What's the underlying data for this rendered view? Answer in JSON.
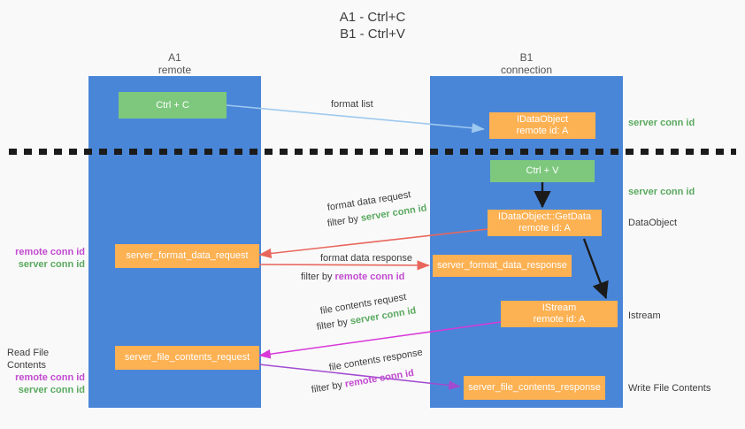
{
  "title": {
    "line1": "A1 - Ctrl+C",
    "line2": "B1 - Ctrl+V"
  },
  "lanes": {
    "left": {
      "name": "A1",
      "sub": "remote"
    },
    "right": {
      "name": "B1",
      "sub": "connection"
    }
  },
  "boxes": {
    "ctrl_c": {
      "label": "Ctrl + C"
    },
    "ctrl_v": {
      "label": "Ctrl + V"
    },
    "dataobject_create": {
      "line1": "IDataObject",
      "line2": "remote id: A"
    },
    "getdata": {
      "line1": "IDataObject::GetData",
      "line2": "remote id: A"
    },
    "istream": {
      "line1": "IStream",
      "line2": "remote id: A"
    },
    "fmt_req": {
      "label": "server_format_data_request"
    },
    "fmt_resp": {
      "label": "server_format_data_response"
    },
    "file_req": {
      "label": "server_file_contents_request"
    },
    "file_resp": {
      "label": "server_file_contents_response"
    }
  },
  "right_annotations": [
    {
      "text": "server conn id",
      "color": "green"
    },
    {
      "text": "server conn id",
      "color": "green"
    },
    {
      "text": "DataObject",
      "color": "dark"
    },
    {
      "text": "Istream",
      "color": "dark"
    },
    {
      "text": "Write File Contents",
      "color": "dark"
    }
  ],
  "left_annotations": {
    "group1": [
      {
        "text": "remote conn id",
        "color": "magenta"
      },
      {
        "text": "server conn id",
        "color": "green"
      }
    ],
    "group2_title": "Read File Contents",
    "group2": [
      {
        "text": "remote conn id",
        "color": "magenta"
      },
      {
        "text": "server conn id",
        "color": "green"
      }
    ]
  },
  "edge_labels": {
    "format_list": "format list",
    "format_data_request": "format data request",
    "format_data_request_filter_prefix": "filter by ",
    "format_data_request_filter_key": "server conn id",
    "format_data_response": "format data response",
    "format_data_response_filter_prefix": "filter by ",
    "format_data_response_filter_key": "remote conn id",
    "file_contents_request": "file contents request",
    "file_contents_request_filter_prefix": "filter by ",
    "file_contents_request_filter_key": "server conn id",
    "file_contents_response": "file contents response",
    "file_contents_response_filter_prefix": "filter by ",
    "file_contents_response_filter_key": "remote conn id"
  },
  "colors": {
    "lane": "#4a86d8",
    "green_box": "#7ec87e",
    "orange_box": "#fcb153",
    "green_text": "#5aa95f",
    "magenta_text": "#c24ad0",
    "arrow_light_blue": "#9ec9ef",
    "arrow_red": "#e8665c",
    "arrow_black": "#1b1b1b",
    "arrow_magenta": "#d838d8",
    "arrow_purple": "#a24bd0",
    "background": "#f9f9f9"
  }
}
